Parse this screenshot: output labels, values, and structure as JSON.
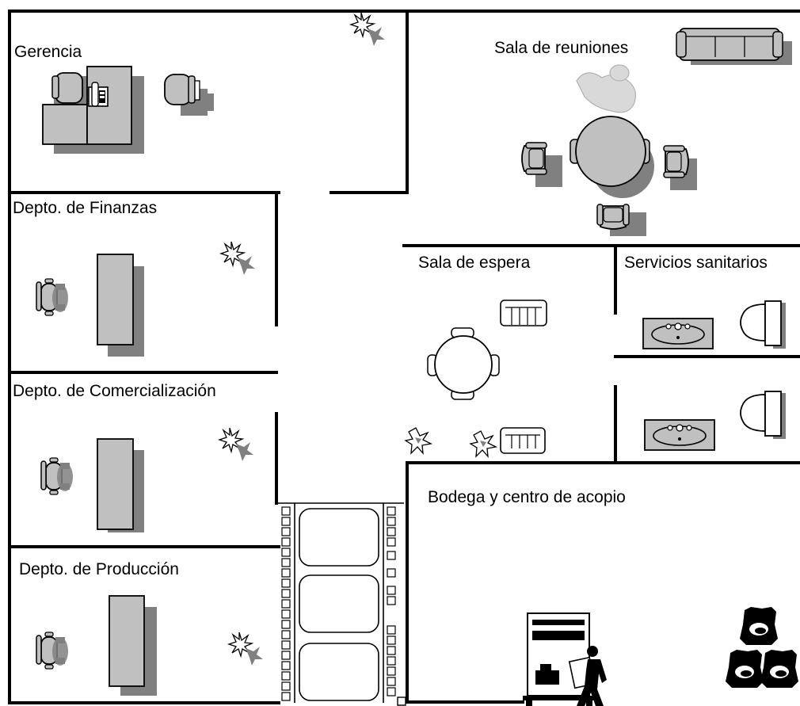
{
  "rooms": {
    "gerencia": "Gerencia",
    "reuniones": "Sala de reuniones",
    "finanzas": "Depto. de Finanzas",
    "espera": "Sala de espera",
    "sanitarios": "Servicios sanitarios",
    "comercializacion": "Depto. de Comercialización",
    "produccion": "Depto. de Producción",
    "bodega": "Bodega y centro de acopio"
  },
  "colors": {
    "wall": "#000000",
    "furniture": "#c0c0c0",
    "shadow": "#808080",
    "background": "#ffffff"
  },
  "icons": [
    "plant-icon",
    "desk-icon",
    "office-chair-icon",
    "armchair-icon",
    "sofa-icon",
    "round-table-icon",
    "sink-icon",
    "toilet-icon",
    "shelf-icon",
    "worker-icon",
    "sack-icon",
    "conveyor-icon",
    "telephone-icon"
  ]
}
